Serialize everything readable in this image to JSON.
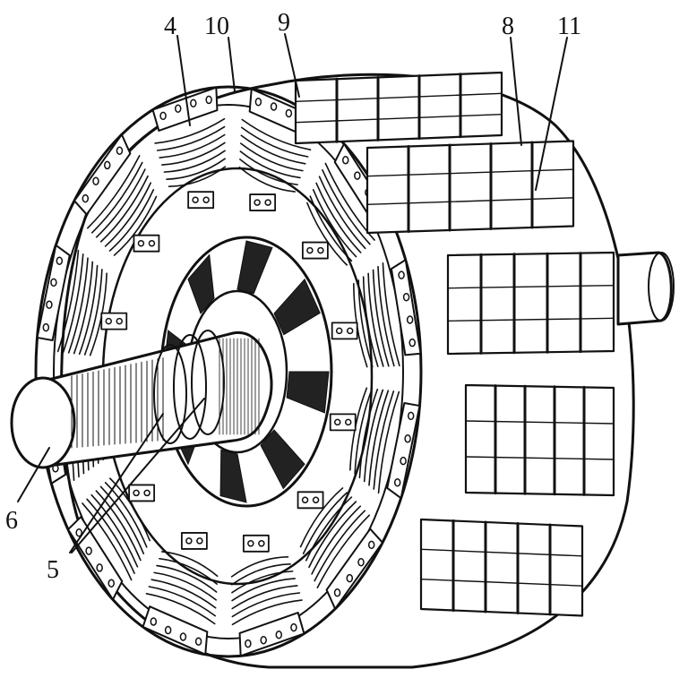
{
  "figure": {
    "callouts": [
      {
        "id": "4",
        "text": "4"
      },
      {
        "id": "10",
        "text": "10"
      },
      {
        "id": "9",
        "text": "9"
      },
      {
        "id": "8",
        "text": "8"
      },
      {
        "id": "11",
        "text": "11"
      },
      {
        "id": "6",
        "text": "6"
      },
      {
        "id": "5",
        "text": "5"
      }
    ]
  }
}
